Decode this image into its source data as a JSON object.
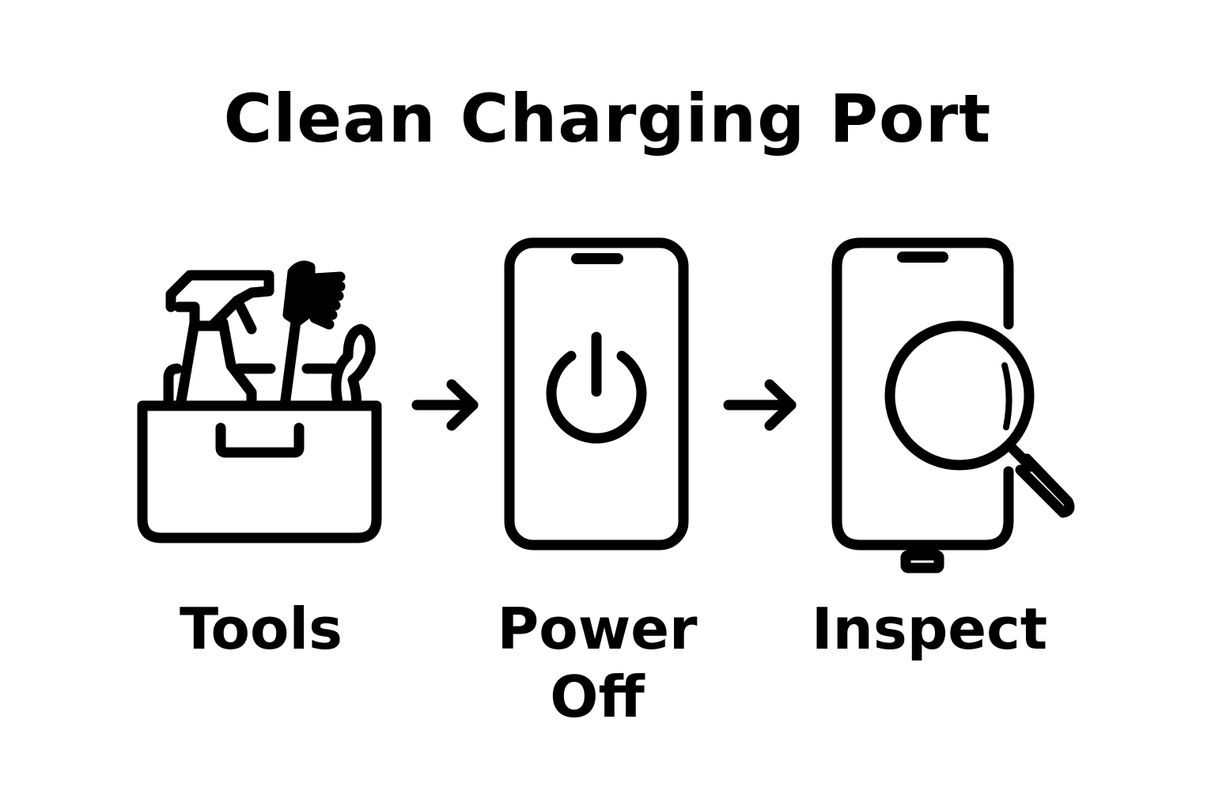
{
  "title": "Clean Charging Port",
  "steps": [
    {
      "label": "Tools",
      "icon": "toolbox-icon"
    },
    {
      "label": "Power Off",
      "icon": "phone-power-icon"
    },
    {
      "label": "Inspect",
      "icon": "phone-magnifier-icon"
    }
  ],
  "colors": {
    "stroke": "#000000",
    "background": "#ffffff"
  }
}
